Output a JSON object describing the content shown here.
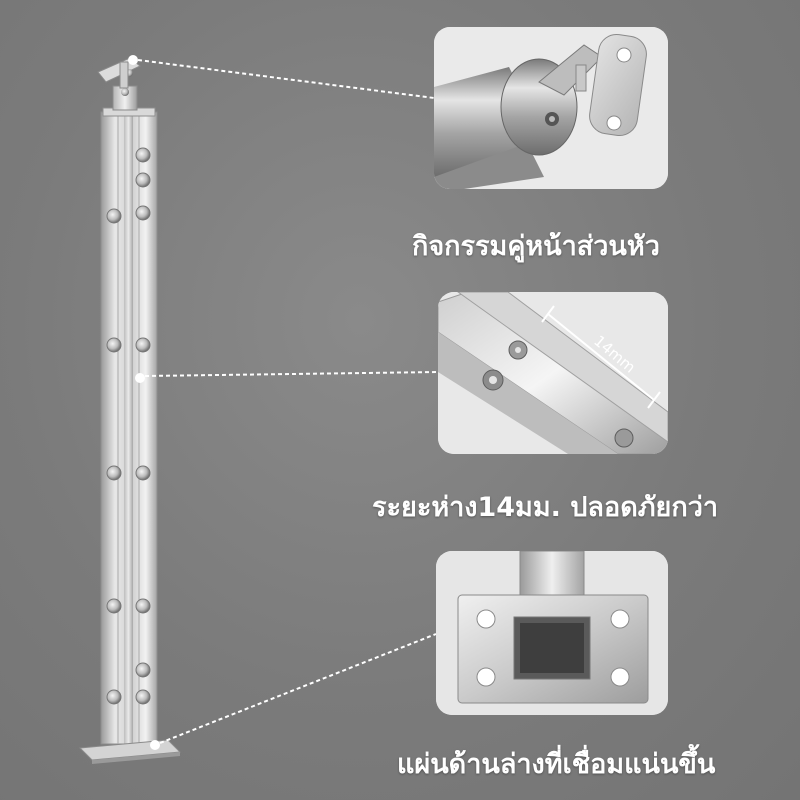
{
  "colors": {
    "background": "#7d7d7d",
    "caption_text": "#ffffff",
    "steel_light": "#e2e2e2",
    "steel_dark": "#8d8d8d"
  },
  "callouts": [
    {
      "caption": "กิจกรรมคู่หน้าส่วนหัว",
      "detail": "top-head-bracket"
    },
    {
      "caption": "ระยะห่าง14มม. ปลอดภัยกว่า",
      "detail": "post-spacing",
      "dimension_label": "14mm"
    },
    {
      "caption": "แผ่นด้านล่างที่เชื่อมแน่นขึ้น",
      "detail": "welded-base-plate"
    }
  ]
}
